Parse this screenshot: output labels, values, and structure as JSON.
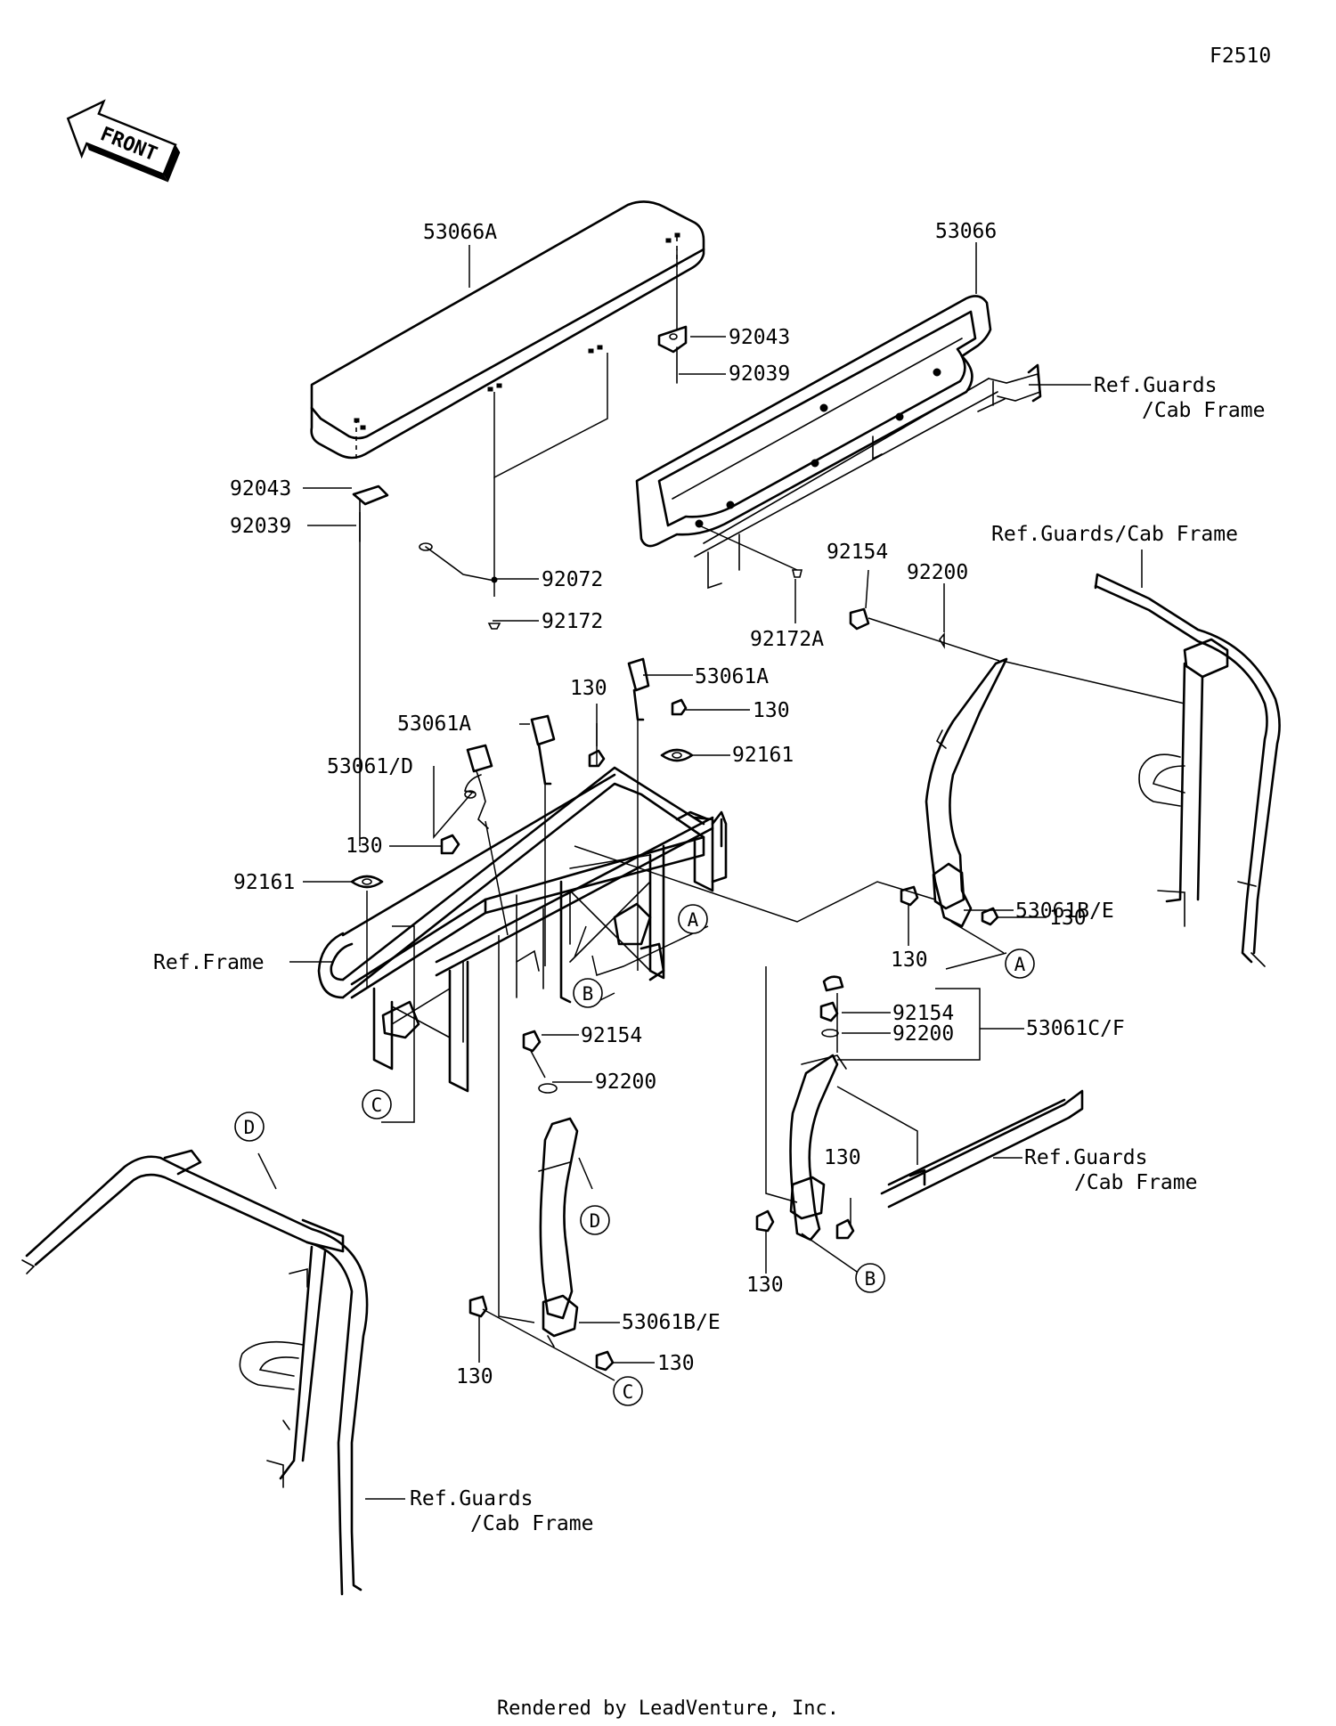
{
  "figure_code": "F2510",
  "front_label": "FRONT",
  "footer": "Rendered by LeadVenture, Inc.",
  "parts": {
    "seat_left": "53066A",
    "seat_right": "53066",
    "hinge_top": "92043",
    "pin_top": "92039",
    "hinge_left": "92043",
    "pin_left": "92039",
    "cable": "92072",
    "bolt_92172": "92172",
    "bolt_92172a": "92172A",
    "bolt_92154_top": "92154",
    "washer_92200_top": "92200",
    "buckle_53061a_top": "53061A",
    "bolt_130_top_right": "130",
    "bolt_130_top_left": "130",
    "buckle_53061a_left": "53061A",
    "cap_92161_right": "92161",
    "buckle_53061d": "53061/D",
    "bolt_130_left": "130",
    "cap_92161_left": "92161",
    "belt_53061be_right": "53061B/E",
    "bolt_130_belt_right_a": "130",
    "bolt_130_belt_right_b": "130",
    "bolt_92154_mid": "92154",
    "washer_92200_mid": "92200",
    "belt_53061cf": "53061C/F",
    "bolt_92154_low": "92154",
    "washer_92200_low": "92200",
    "bolt_130_center_a": "130",
    "bolt_130_center_b": "130",
    "belt_53061be_low": "53061B/E",
    "bolt_130_low_a": "130",
    "bolt_130_low_b": "130"
  },
  "references": {
    "guards_top_right_1": "Ref.Guards",
    "guards_top_right_2": "/Cab Frame",
    "guards_right": "Ref.Guards/Cab Frame",
    "frame": "Ref.Frame",
    "guards_center_1": "Ref.Guards",
    "guards_center_2": "/Cab Frame",
    "guards_bottom_1": "Ref.Guards",
    "guards_bottom_2": "/Cab Frame"
  },
  "callouts": {
    "a_upper": "A",
    "a_right": "A",
    "b_upper": "B",
    "b_lower": "B",
    "c_left": "C",
    "c_lower": "C",
    "d_left": "D",
    "d_belt": "D"
  }
}
